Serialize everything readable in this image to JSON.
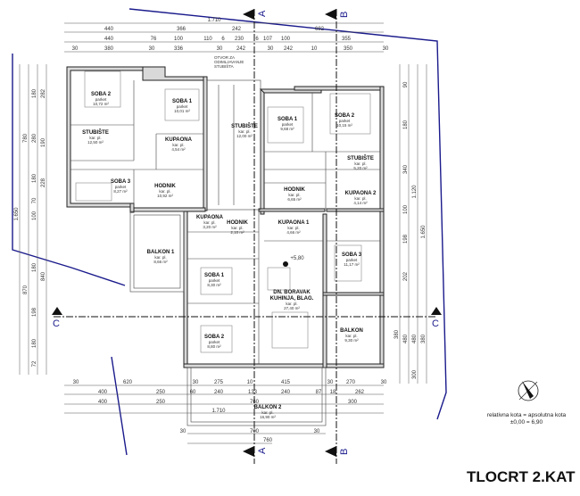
{
  "title": "TLOCRT 2.KAT",
  "note": {
    "line1": "relativna kota = apsolutna kota",
    "line2": "±0,00 = 6,90"
  },
  "level_mark": "+5,80",
  "axes": {
    "a": "A",
    "b": "B",
    "c": "C"
  },
  "stair_note": {
    "l1": "OTVOR ZA",
    "l2": "ODIMLJAVANJE",
    "l3": "STUBIŠTA"
  },
  "rooms": [
    {
      "name": "SOBA 2",
      "floor": "parket",
      "area": "10,72 m²"
    },
    {
      "name": "SOBA 1",
      "floor": "parket",
      "area": "10,01 m²"
    },
    {
      "name": "STUBIŠTE",
      "floor": "kar. pl.",
      "area": "12,50 m²"
    },
    {
      "name": "KUPAONA",
      "floor": "kar. pl.",
      "area": "4,54 m²"
    },
    {
      "name": "SOBA 3",
      "floor": "parket",
      "area": "8,27 m²"
    },
    {
      "name": "HODNIK",
      "floor": "kar. pl.",
      "area": "10,92 m²"
    },
    {
      "name": "STUBIŠTE",
      "floor": "kar. pl.",
      "area": "12,00 m²"
    },
    {
      "name": "SOBA 1",
      "floor": "parket",
      "area": "9,68 m²"
    },
    {
      "name": "SOBA 2",
      "floor": "parket",
      "area": "10,15 m²"
    },
    {
      "name": "STUBIŠTE",
      "floor": "kar. pl.",
      "area": "5,20 m²"
    },
    {
      "name": "HODNIK",
      "floor": "kar. pl.",
      "area": "6,65 m²"
    },
    {
      "name": "KUPAONA 2",
      "floor": "kar. pl.",
      "area": "4,14 m²"
    },
    {
      "name": "KUPAONA",
      "floor": "kar. pl.",
      "area": "3,20 m²"
    },
    {
      "name": "HODNIK",
      "floor": "kar. pl.",
      "area": "2,10 m²"
    },
    {
      "name": "KUPAONA 1",
      "floor": "kar. pl.",
      "area": "4,66 m²"
    },
    {
      "name": "SOBA 3",
      "floor": "parket",
      "area": "11,17 m²"
    },
    {
      "name": "BALKON 1",
      "floor": "kar. pl.",
      "area": "8,66 m²"
    },
    {
      "name": "SOBA 1",
      "floor": "parket",
      "area": "8,30 m²"
    },
    {
      "name": "DN. BORAVAK",
      "name2": "KUHINJA, BLAG.",
      "floor": "kar. pl.",
      "area": "27,40 m²"
    },
    {
      "name": "SOBA 2",
      "floor": "parket",
      "area": "8,80 m²"
    },
    {
      "name": "BALKON",
      "floor": "kar. pl.",
      "area": "9,30 m²"
    },
    {
      "name": "BALKON 2",
      "floor": "kar. pl.",
      "area": "16,90 m²"
    }
  ],
  "dims_top": [
    [
      "1.710"
    ],
    [
      "440",
      "366",
      "242",
      "682"
    ],
    [
      "440",
      "76",
      "100",
      "110",
      "6",
      "230",
      "6",
      "107",
      "100",
      "355"
    ],
    [
      "30",
      "380",
      "30",
      "336",
      "30",
      "242",
      "30",
      "242",
      "10",
      "350",
      "30"
    ]
  ],
  "dims_bottom": [
    [
      "30",
      "620",
      "30",
      "275",
      "10",
      "415",
      "30",
      "270",
      "30"
    ],
    [
      "400",
      "250",
      "60",
      "240",
      "133",
      "240",
      "87",
      "18",
      "262"
    ],
    [
      "400",
      "250",
      "760",
      "300"
    ],
    [
      "1.710"
    ],
    [
      "30",
      "700",
      "30"
    ],
    [
      "760"
    ]
  ],
  "dims_left": [
    "1.650",
    "780",
    "870",
    "180",
    "280",
    "180",
    "70",
    "100",
    "180",
    "198",
    "180",
    "72",
    "840",
    "282",
    "190",
    "228"
  ],
  "dims_right": [
    "1.650",
    "1.120",
    "90",
    "180",
    "340",
    "100",
    "198",
    "202",
    "480",
    "480",
    "380",
    "380",
    "300"
  ]
}
